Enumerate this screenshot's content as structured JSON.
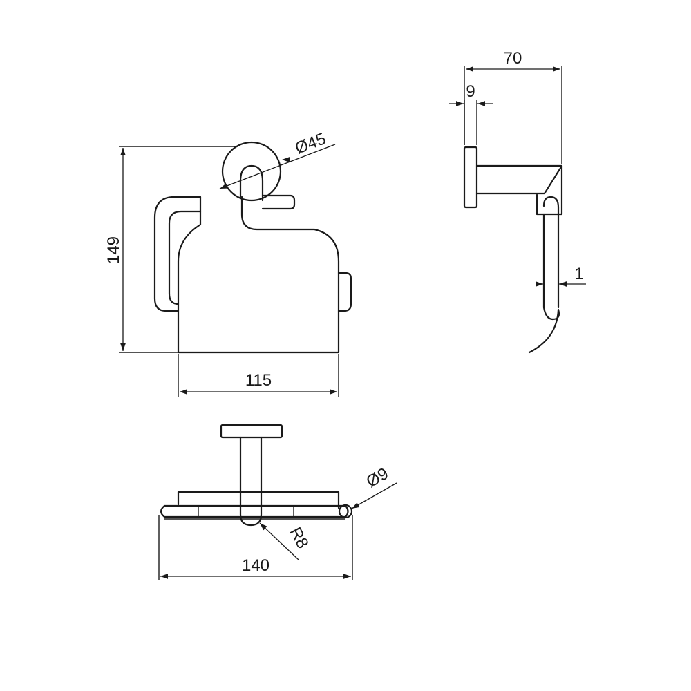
{
  "dimensions": {
    "height": "149",
    "roll_diameter": "Ø45",
    "width_front": "115",
    "depth": "70",
    "plate_thickness": "9",
    "flap_gap": "1",
    "rod_diameter": "Ø9",
    "radius": "R8",
    "width_top": "140"
  }
}
